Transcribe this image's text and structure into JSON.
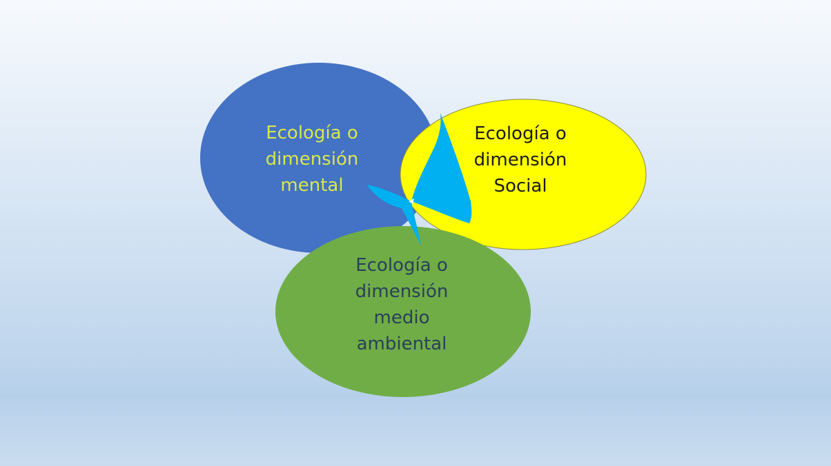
{
  "diagram": {
    "circles": {
      "mental": {
        "lines": [
          "Ecología o",
          "dimensión",
          "mental"
        ],
        "fill": "#4472c4",
        "text_color": "#d8e84a"
      },
      "social": {
        "lines": [
          "Ecología o",
          "dimensión",
          "Social"
        ],
        "fill": "#ffff00",
        "text_color": "#1a1a1a"
      },
      "ambiental": {
        "lines": [
          "Ecología o",
          "dimensión",
          "medio",
          "ambiental"
        ],
        "fill": "#70ad47",
        "text_color": "#2a3f5a"
      }
    },
    "center_shape": {
      "icon": "butterfly-icon",
      "fill": "#00b0f0"
    }
  }
}
